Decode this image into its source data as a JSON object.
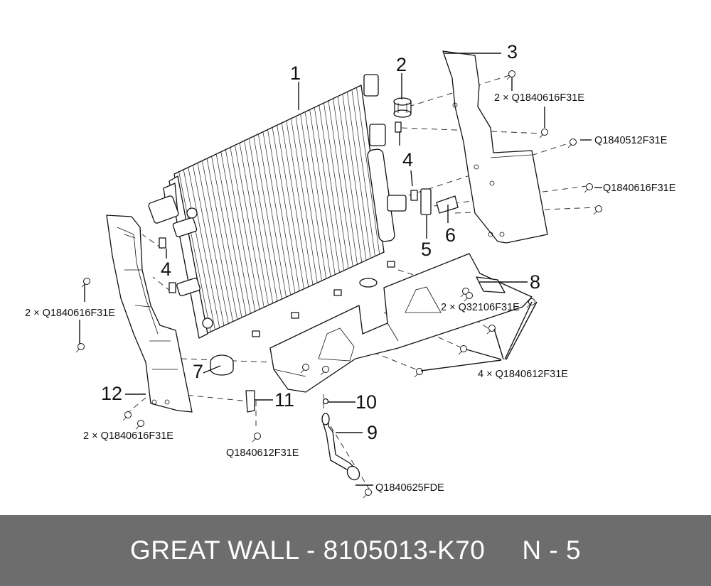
{
  "diagram": {
    "callouts": [
      {
        "id": "1",
        "label": "1"
      },
      {
        "id": "2",
        "label": "2"
      },
      {
        "id": "3",
        "label": "3"
      },
      {
        "id": "4a",
        "label": "4"
      },
      {
        "id": "4b",
        "label": "4"
      },
      {
        "id": "5",
        "label": "5"
      },
      {
        "id": "6",
        "label": "6"
      },
      {
        "id": "7",
        "label": "7"
      },
      {
        "id": "8",
        "label": "8"
      },
      {
        "id": "9",
        "label": "9"
      },
      {
        "id": "10",
        "label": "10"
      },
      {
        "id": "11",
        "label": "11"
      },
      {
        "id": "12",
        "label": "12"
      }
    ],
    "part_codes": [
      {
        "id": "bolt-top",
        "text": "2 × Q1840616F31E"
      },
      {
        "id": "bolt-right-1",
        "text": "Q1840512F31E"
      },
      {
        "id": "bolt-right-2",
        "text": "Q1840616F31E"
      },
      {
        "id": "nut-8",
        "text": "2 × Q32106F31E"
      },
      {
        "id": "bolt-lower-right",
        "text": "4 × Q1840612F31E"
      },
      {
        "id": "bolt-left",
        "text": "2 × Q1840616F31E"
      },
      {
        "id": "bolt-bottom-left",
        "text": "2 × Q1840616F31E"
      },
      {
        "id": "bolt-bottom-center",
        "text": "Q1840612F31E"
      },
      {
        "id": "bolt-pipe",
        "text": "Q1840625FDE"
      }
    ]
  },
  "footer": {
    "part_ref": "GREAT WALL - 8105013-K70",
    "page_ref": "N - 5"
  }
}
